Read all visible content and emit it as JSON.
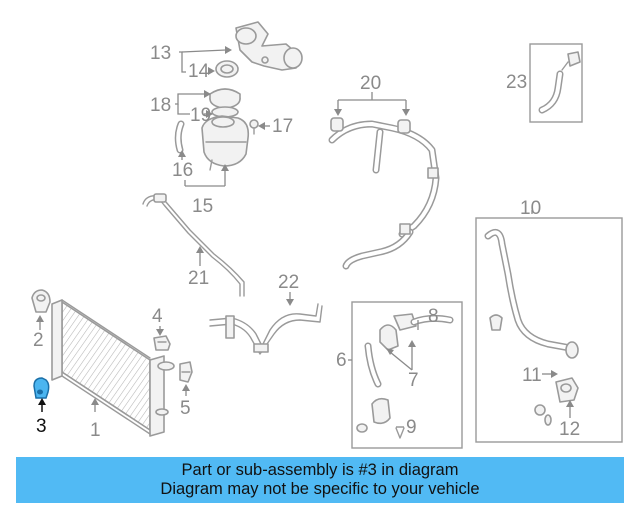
{
  "diagram": {
    "callouts": [
      "1",
      "2",
      "3",
      "4",
      "5",
      "6",
      "7",
      "8",
      "9",
      "10",
      "11",
      "12",
      "13",
      "14",
      "15",
      "16",
      "17",
      "18",
      "19",
      "20",
      "21",
      "22",
      "23"
    ],
    "highlighted_part": "3",
    "colors": {
      "line": "#9a9a9a",
      "highlight": "#4bb5f0",
      "banner": "#51baf4"
    }
  },
  "banner": {
    "line1": "Part or sub-assembly is #3 in diagram",
    "line2": "Diagram may not be specific to your vehicle"
  }
}
